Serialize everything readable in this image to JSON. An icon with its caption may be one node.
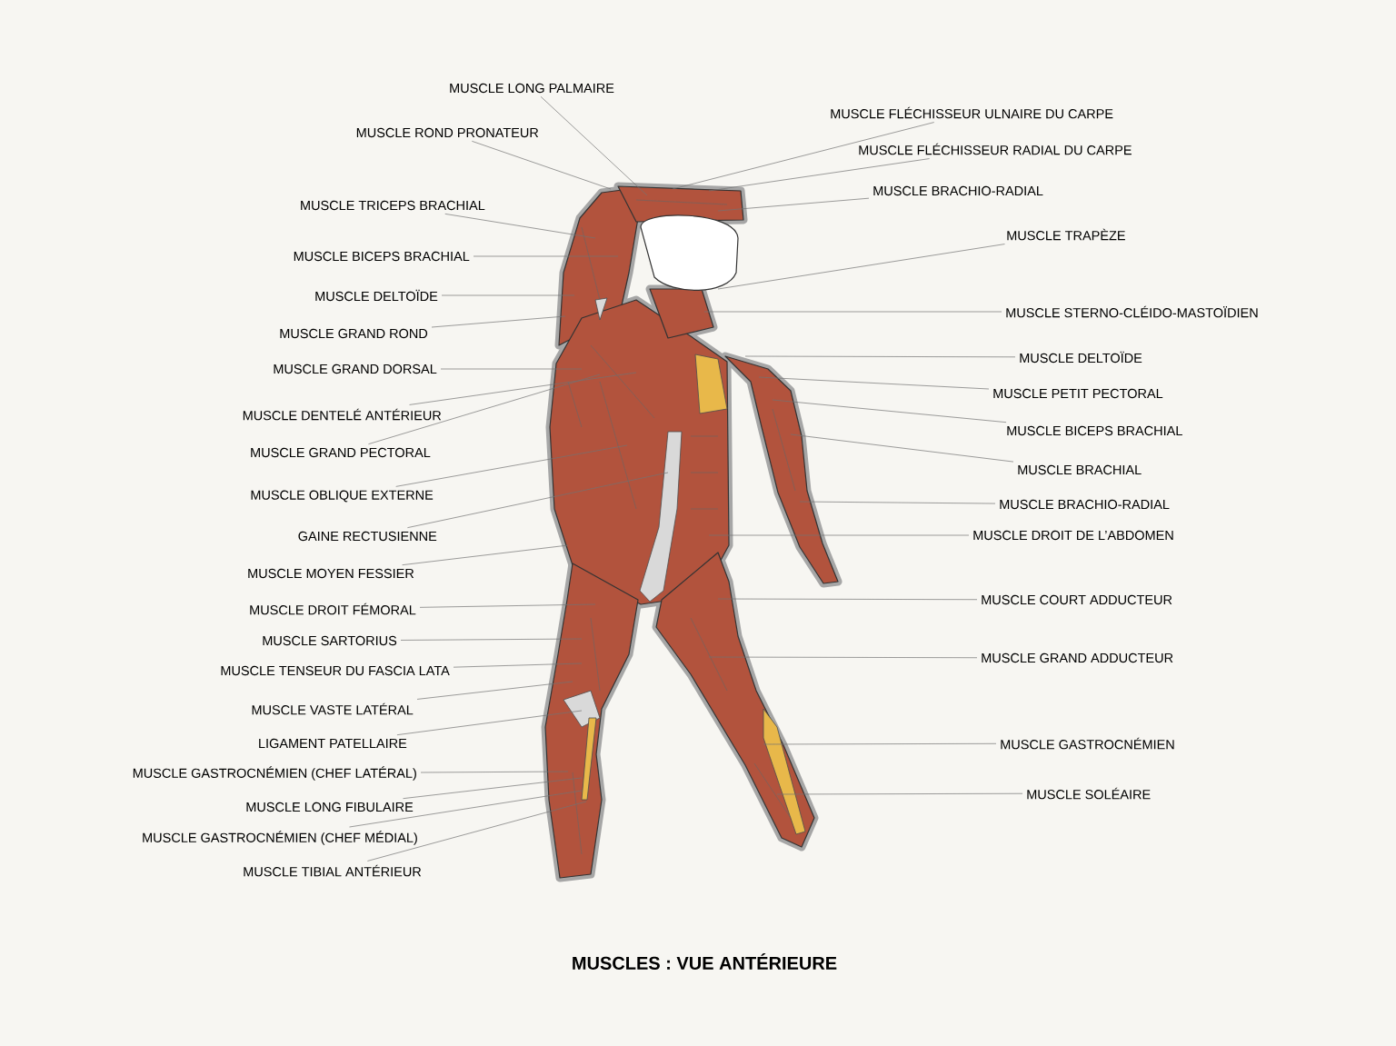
{
  "diagram": {
    "title": "MUSCLES : VUE ANTÉRIEURE",
    "nodes": [
      {
        "text": [
          "MUSCLE LONG PALMAIRE"
        ]
      },
      {
        "text": [
          "MUSCLE ROND PRONATEUR"
        ]
      },
      {
        "text": [
          "MUSCLE TRICEPS BRACHIAL"
        ]
      },
      {
        "text": [
          "MUSCLE BICEPS BRACHIAL"
        ]
      },
      {
        "text": [
          "MUSCLE DELTOÏDE"
        ]
      },
      {
        "text": [
          "MUSCLE GRAND ROND"
        ]
      },
      {
        "text": [
          "MUSCLE GRAND DORSAL"
        ]
      },
      {
        "text": [
          "MUSCLE DENTELÉ ANTÉRIEUR"
        ]
      },
      {
        "text": [
          "MUSCLE GRAND PECTORAL"
        ]
      },
      {
        "text": [
          "MUSCLE OBLIQUE EXTERNE"
        ]
      },
      {
        "text": [
          "GAINE RECTUSIENNE"
        ]
      },
      {
        "text": [
          "MUSCLE MOYEN FESSIER"
        ]
      },
      {
        "text": [
          "MUSCLE DROIT FÉMORAL"
        ]
      },
      {
        "text": [
          "MUSCLE SARTORIUS"
        ]
      },
      {
        "text": [
          "MUSCLE TENSEUR DU FASCIA LATA"
        ]
      },
      {
        "text": [
          "MUSCLE VASTE LATÉRAL"
        ]
      },
      {
        "text": [
          "LIGAMENT PATELLAIRE"
        ]
      },
      {
        "text": [
          "MUSCLE GASTROCNÉMIEN (CHEF LATÉRAL)"
        ]
      },
      {
        "text": [
          "MUSCLE LONG FIBULAIRE"
        ]
      },
      {
        "text": [
          "MUSCLE GASTROCNÉMIEN (CHEF MÉDIAL)"
        ]
      },
      {
        "text": [
          "MUSCLE TIBIAL ANTÉRIEUR"
        ]
      },
      {
        "text": [
          "MUSCLE FLÉCHISSEUR ULNAIRE DU CARPE"
        ]
      },
      {
        "text": [
          "MUSCLE FLÉCHISSEUR RADIAL DU CARPE"
        ]
      },
      {
        "text": [
          "MUSCLE BRACHIO-RADIAL"
        ]
      },
      {
        "text": [
          "MUSCLE TRAPÈZE"
        ]
      },
      {
        "text": [
          "MUSCLE STERNO-CLÉIDO-MASTOÏDIEN"
        ]
      },
      {
        "text": [
          "MUSCLE DELTOÏDE"
        ]
      },
      {
        "text": [
          "MUSCLE PETIT PECTORAL"
        ]
      },
      {
        "text": [
          "MUSCLE BICEPS BRACHIAL"
        ]
      },
      {
        "text": [
          "MUSCLE BRACHIAL"
        ]
      },
      {
        "text": [
          "MUSCLE BRACHIO-RADIAL"
        ]
      },
      {
        "text": [
          "MUSCLE DROIT DE L’ABDOMEN"
        ]
      },
      {
        "text": [
          "MUSCLE COURT ADDUCTEUR"
        ]
      },
      {
        "text": [
          "MUSCLE GRAND ADDUCTEUR"
        ]
      },
      {
        "text": [
          "MUSCLE GASTROCNÉMIEN"
        ]
      },
      {
        "text": [
          "MUSCLE SOLÉAIRE"
        ]
      }
    ],
    "edges": [
      {
        "from": 0,
        "to": null,
        "arrow": "none"
      },
      {
        "from": 1,
        "to": null,
        "arrow": "none"
      },
      {
        "from": 2,
        "to": null,
        "arrow": "none"
      },
      {
        "from": 3,
        "to": null,
        "arrow": "none"
      },
      {
        "from": 4,
        "to": null,
        "arrow": "none"
      },
      {
        "from": 5,
        "to": null,
        "arrow": "none"
      },
      {
        "from": 6,
        "to": null,
        "arrow": "none"
      },
      {
        "from": 7,
        "to": null,
        "arrow": "none"
      },
      {
        "from": 8,
        "to": null,
        "arrow": "none"
      },
      {
        "from": 9,
        "to": null,
        "arrow": "none"
      },
      {
        "from": 10,
        "to": null,
        "arrow": "none"
      },
      {
        "from": 11,
        "to": null,
        "arrow": "none"
      },
      {
        "from": 12,
        "to": null,
        "arrow": "none"
      },
      {
        "from": 13,
        "to": null,
        "arrow": "none"
      },
      {
        "from": 14,
        "to": null,
        "arrow": "none"
      },
      {
        "from": 15,
        "to": null,
        "arrow": "none"
      },
      {
        "from": 16,
        "to": null,
        "arrow": "none"
      },
      {
        "from": 17,
        "to": null,
        "arrow": "none"
      },
      {
        "from": 18,
        "to": null,
        "arrow": "none"
      },
      {
        "from": 19,
        "to": null,
        "arrow": "none"
      },
      {
        "from": 20,
        "to": null,
        "arrow": "none"
      },
      {
        "from": 21,
        "to": null,
        "arrow": "none"
      },
      {
        "from": 22,
        "to": null,
        "arrow": "none"
      },
      {
        "from": 23,
        "to": null,
        "arrow": "none"
      },
      {
        "from": 24,
        "to": null,
        "arrow": "none"
      },
      {
        "from": 25,
        "to": null,
        "arrow": "none"
      },
      {
        "from": 26,
        "to": null,
        "arrow": "none"
      },
      {
        "from": 27,
        "to": null,
        "arrow": "none"
      },
      {
        "from": 28,
        "to": null,
        "arrow": "none"
      },
      {
        "from": 29,
        "to": null,
        "arrow": "none"
      },
      {
        "from": 30,
        "to": null,
        "arrow": "none"
      },
      {
        "from": 31,
        "to": null,
        "arrow": "none"
      },
      {
        "from": 32,
        "to": null,
        "arrow": "none"
      },
      {
        "from": 33,
        "to": null,
        "arrow": "none"
      },
      {
        "from": 34,
        "to": null,
        "arrow": "none"
      },
      {
        "from": 35,
        "to": null,
        "arrow": "none"
      }
    ]
  }
}
